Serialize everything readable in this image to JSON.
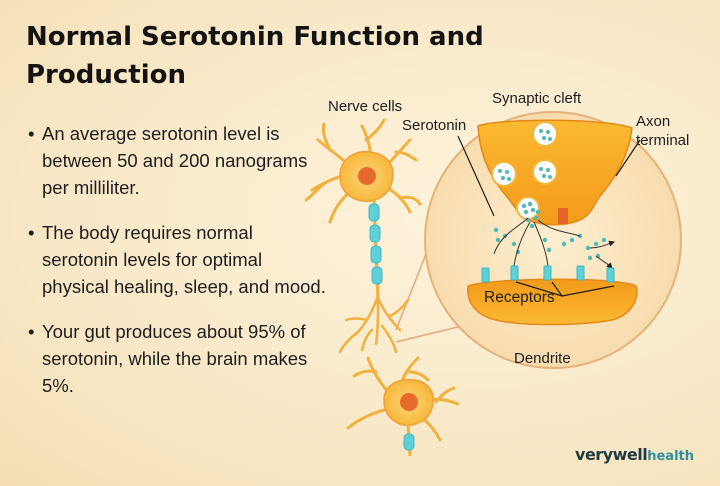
{
  "title": "Normal Serotonin Function and Production",
  "bullets": [
    "An average serotonin level is between 50 and 200 nanograms per milliliter.",
    "The body requires normal serotonin levels for optimal physical healing, sleep, and mood.",
    "Your gut produces about 95% of serotonin, while the brain makes 5%."
  ],
  "labels": {
    "nerve_cells": "Nerve cells",
    "synaptic_cleft": "Synaptic cleft",
    "serotonin": "Serotonin",
    "axon_terminal_1": "Axon",
    "axon_terminal_2": "terminal",
    "receptors": "Receptors",
    "dendrite": "Dendrite"
  },
  "brand": {
    "name": "verywell",
    "suffix": "health"
  },
  "colors": {
    "neuron_orange": "#f7c04a",
    "neuron_outline": "#e89a2a",
    "nucleus": "#e86a2a",
    "myelin_teal": "#5fd0d8",
    "circle_fill": "#fbe3b8",
    "circle_outline": "#e7b27a"
  }
}
